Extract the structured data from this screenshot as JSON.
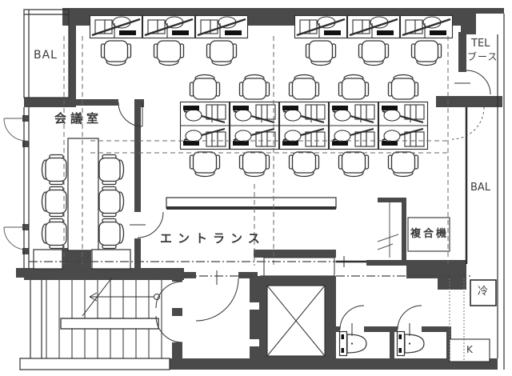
{
  "plan": {
    "labels": {
      "balcony_left": "BAL",
      "meeting_room": "会議室",
      "entrance": "エントランス",
      "tel_booth_line1": "TEL",
      "tel_booth_line2": "ブース",
      "balcony_right": "BAL",
      "copier": "複合機",
      "refrigerator": "冷",
      "kitchen": "K"
    },
    "colors": {
      "wall": "#4a4a4a",
      "line": "#2e2e2e",
      "dashed_line": "#666666",
      "background": "#ffffff"
    }
  }
}
